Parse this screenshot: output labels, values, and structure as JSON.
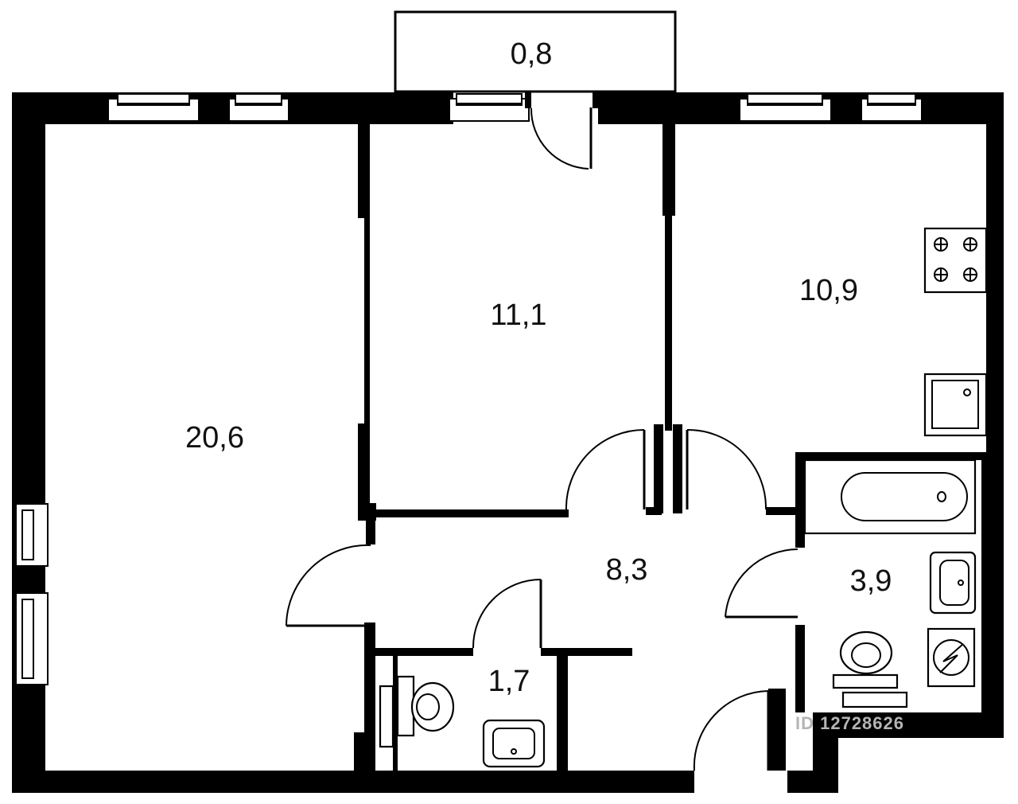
{
  "rooms": {
    "balcony": "0,8",
    "living_room": "20,6",
    "bedroom": "11,1",
    "kitchen": "10,9",
    "hallway": "8,3",
    "wc": "1,7",
    "bathroom": "3,9"
  },
  "watermark": "ID 12728626",
  "colors": {
    "wall": "#000000",
    "background": "#ffffff",
    "watermark": "#b5b5b5"
  }
}
